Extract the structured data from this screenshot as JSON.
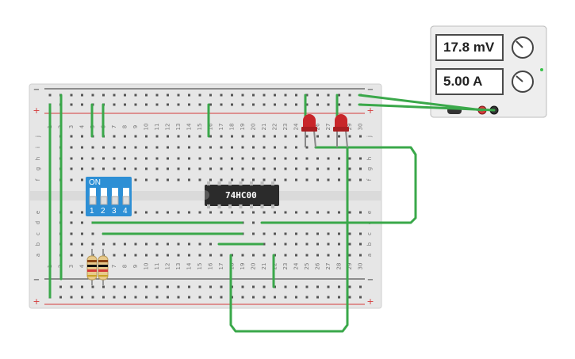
{
  "power_supply": {
    "voltage_display": "17.8 mV",
    "current_display": "5.00 A"
  },
  "ic": {
    "label": "74HC00"
  },
  "dip_switch": {
    "on_label": "ON",
    "positions": [
      "1",
      "2",
      "3",
      "4"
    ],
    "states": [
      false,
      false,
      false,
      false
    ]
  },
  "breadboard": {
    "columns": [
      "1",
      "2",
      "3",
      "4",
      "5",
      "6",
      "7",
      "8",
      "9",
      "10",
      "11",
      "12",
      "13",
      "14",
      "15",
      "16",
      "17",
      "18",
      "19",
      "20",
      "21",
      "22",
      "23",
      "24",
      "25",
      "26",
      "27",
      "28",
      "29",
      "30"
    ],
    "rows_top": [
      "j",
      "i",
      "h",
      "g",
      "f"
    ],
    "rows_bottom": [
      "e",
      "d",
      "c",
      "b",
      "a"
    ],
    "rail_minus": "−",
    "rail_plus": "+"
  },
  "colors": {
    "wire": "#3aa84a",
    "board": "#e6e6e6",
    "rail_red": "#d43a3a",
    "rail_dark": "#333333",
    "chip": "#2b2b2b",
    "dip": "#2d8fd5",
    "led": "#c8262a",
    "psu_body": "#eeeeee"
  }
}
